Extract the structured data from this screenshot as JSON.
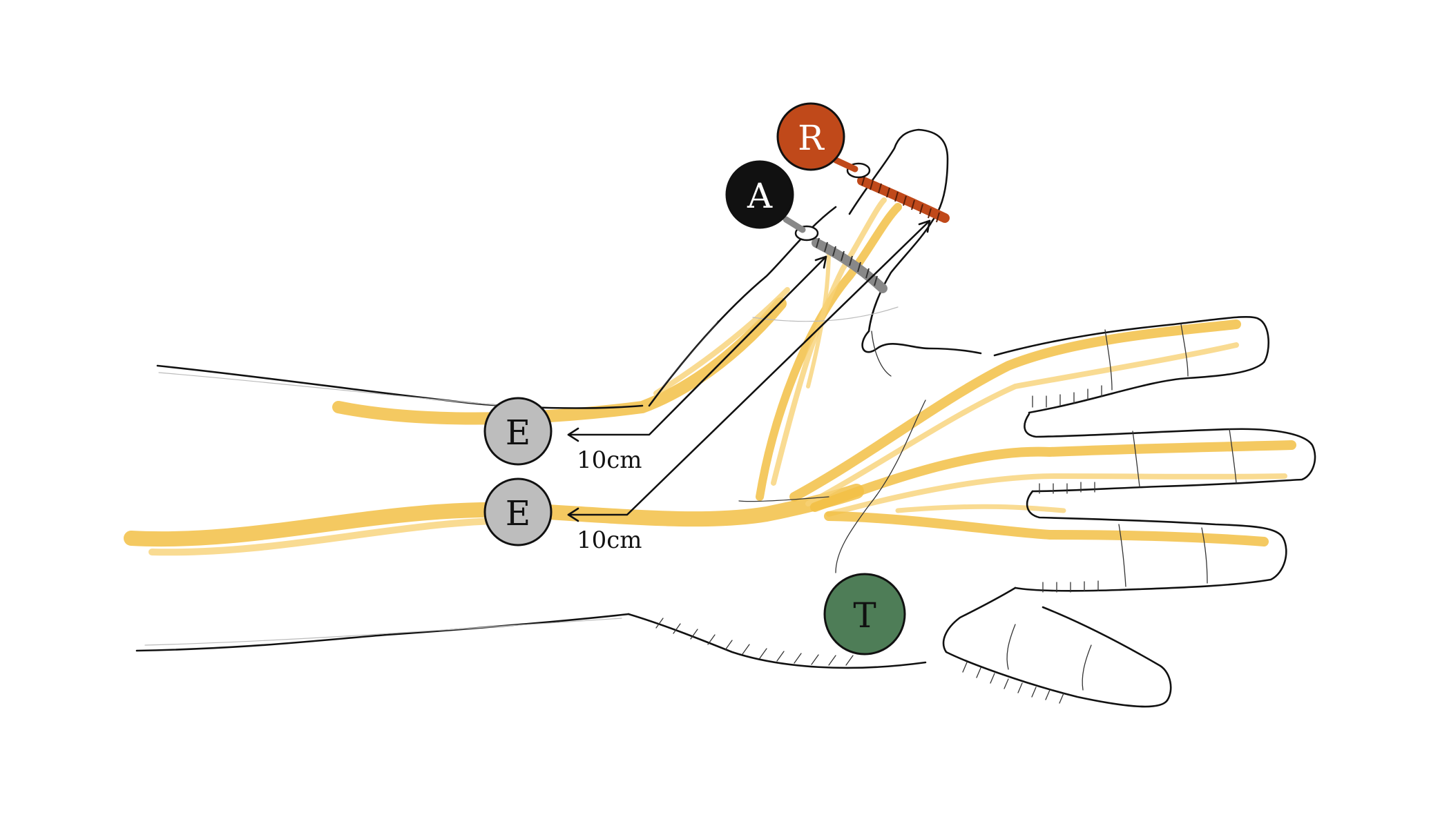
{
  "diagram": {
    "electrodes": [
      {
        "id": "R",
        "label": "R",
        "color": "#c0491a",
        "text_color": "#ffffff"
      },
      {
        "id": "A",
        "label": "A",
        "color": "#111111",
        "text_color": "#ffffff"
      },
      {
        "id": "E1",
        "label": "E",
        "color": "#bdbdbd",
        "text_color": "#111111"
      },
      {
        "id": "E2",
        "label": "E",
        "color": "#bdbdbd",
        "text_color": "#111111"
      },
      {
        "id": "T",
        "label": "T",
        "color": "#4e7d57",
        "text_color": "#111111"
      }
    ],
    "distances": [
      {
        "text": "10cm"
      },
      {
        "text": "10cm"
      }
    ],
    "colors": {
      "nerve": "#f2bf45",
      "ring_active": "#c0491a",
      "ring_reference": "#888888",
      "outline": "#111111"
    }
  }
}
